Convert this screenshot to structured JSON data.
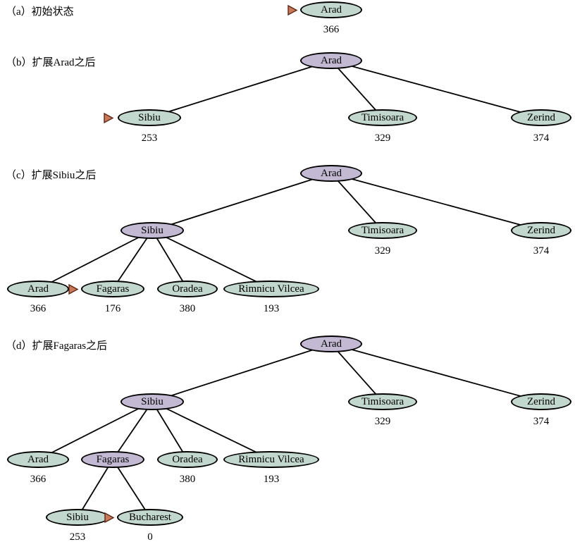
{
  "colors": {
    "fringe_fill": "#c2d8ce",
    "expanded_fill": "#c3b9d3",
    "node_border": "#000000",
    "pointer_fill": "#c8795a",
    "pointer_stroke": "#5e2815",
    "edge_color": "#000000"
  },
  "sections": {
    "a": {
      "title": "（a）初始状态",
      "nodes": {
        "arad": {
          "label": "Arad",
          "value": "366"
        }
      }
    },
    "b": {
      "title": "（b）扩展Arad之后",
      "nodes": {
        "arad": {
          "label": "Arad"
        },
        "sibiu": {
          "label": "Sibiu",
          "value": "253"
        },
        "timisoara": {
          "label": "Timisoara",
          "value": "329"
        },
        "zerind": {
          "label": "Zerind",
          "value": "374"
        }
      }
    },
    "c": {
      "title": "（c）扩展Sibiu之后",
      "nodes": {
        "arad": {
          "label": "Arad"
        },
        "sibiu": {
          "label": "Sibiu"
        },
        "timisoara": {
          "label": "Timisoara",
          "value": "329"
        },
        "zerind": {
          "label": "Zerind",
          "value": "374"
        },
        "arad2": {
          "label": "Arad",
          "value": "366"
        },
        "fagaras": {
          "label": "Fagaras",
          "value": "176"
        },
        "oradea": {
          "label": "Oradea",
          "value": "380"
        },
        "rimnicu": {
          "label": "Rimnicu Vilcea",
          "value": "193"
        }
      }
    },
    "d": {
      "title": "（d）扩展Fagaras之后",
      "nodes": {
        "arad": {
          "label": "Arad"
        },
        "sibiu": {
          "label": "Sibiu"
        },
        "timisoara": {
          "label": "Timisoara",
          "value": "329"
        },
        "zerind": {
          "label": "Zerind",
          "value": "374"
        },
        "arad2": {
          "label": "Arad",
          "value": "366"
        },
        "fagaras": {
          "label": "Fagaras"
        },
        "oradea": {
          "label": "Oradea",
          "value": "380"
        },
        "rimnicu": {
          "label": "Rimnicu Vilcea",
          "value": "193"
        },
        "sibiu2": {
          "label": "Sibiu",
          "value": "253"
        },
        "bucharest": {
          "label": "Bucharest",
          "value": "0"
        }
      }
    }
  }
}
